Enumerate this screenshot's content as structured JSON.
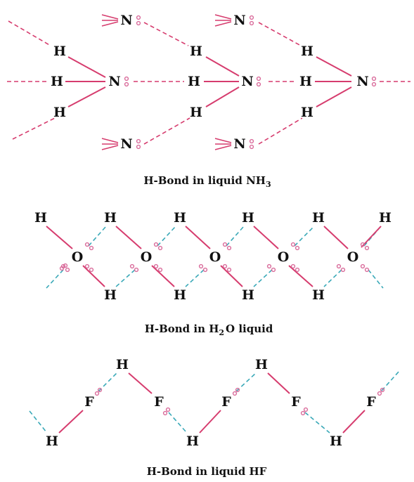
{
  "colors": {
    "bond": "#d63c6e",
    "hbond_nh3": "#d63c6e",
    "hbond_dashed_cyan": "#3aa9b8",
    "lone_pair": "#d96a9a",
    "text": "#111111"
  },
  "panels": {
    "nh3": {
      "caption": "H-Bond in liquid NH3",
      "caption_main": "H-Bond in liquid NH",
      "caption_sub": "3",
      "atoms": {
        "N": "N",
        "H": "H"
      }
    },
    "h2o": {
      "caption": "H-Bond in H2O liquid",
      "caption_pre": "H-Bond in H",
      "caption_sub": "2",
      "caption_post": "O liquid",
      "atoms": {
        "O": "O",
        "H": "H"
      }
    },
    "hf": {
      "caption": "H-Bond in liquid HF",
      "atoms": {
        "F": "F",
        "H": "H"
      }
    }
  }
}
